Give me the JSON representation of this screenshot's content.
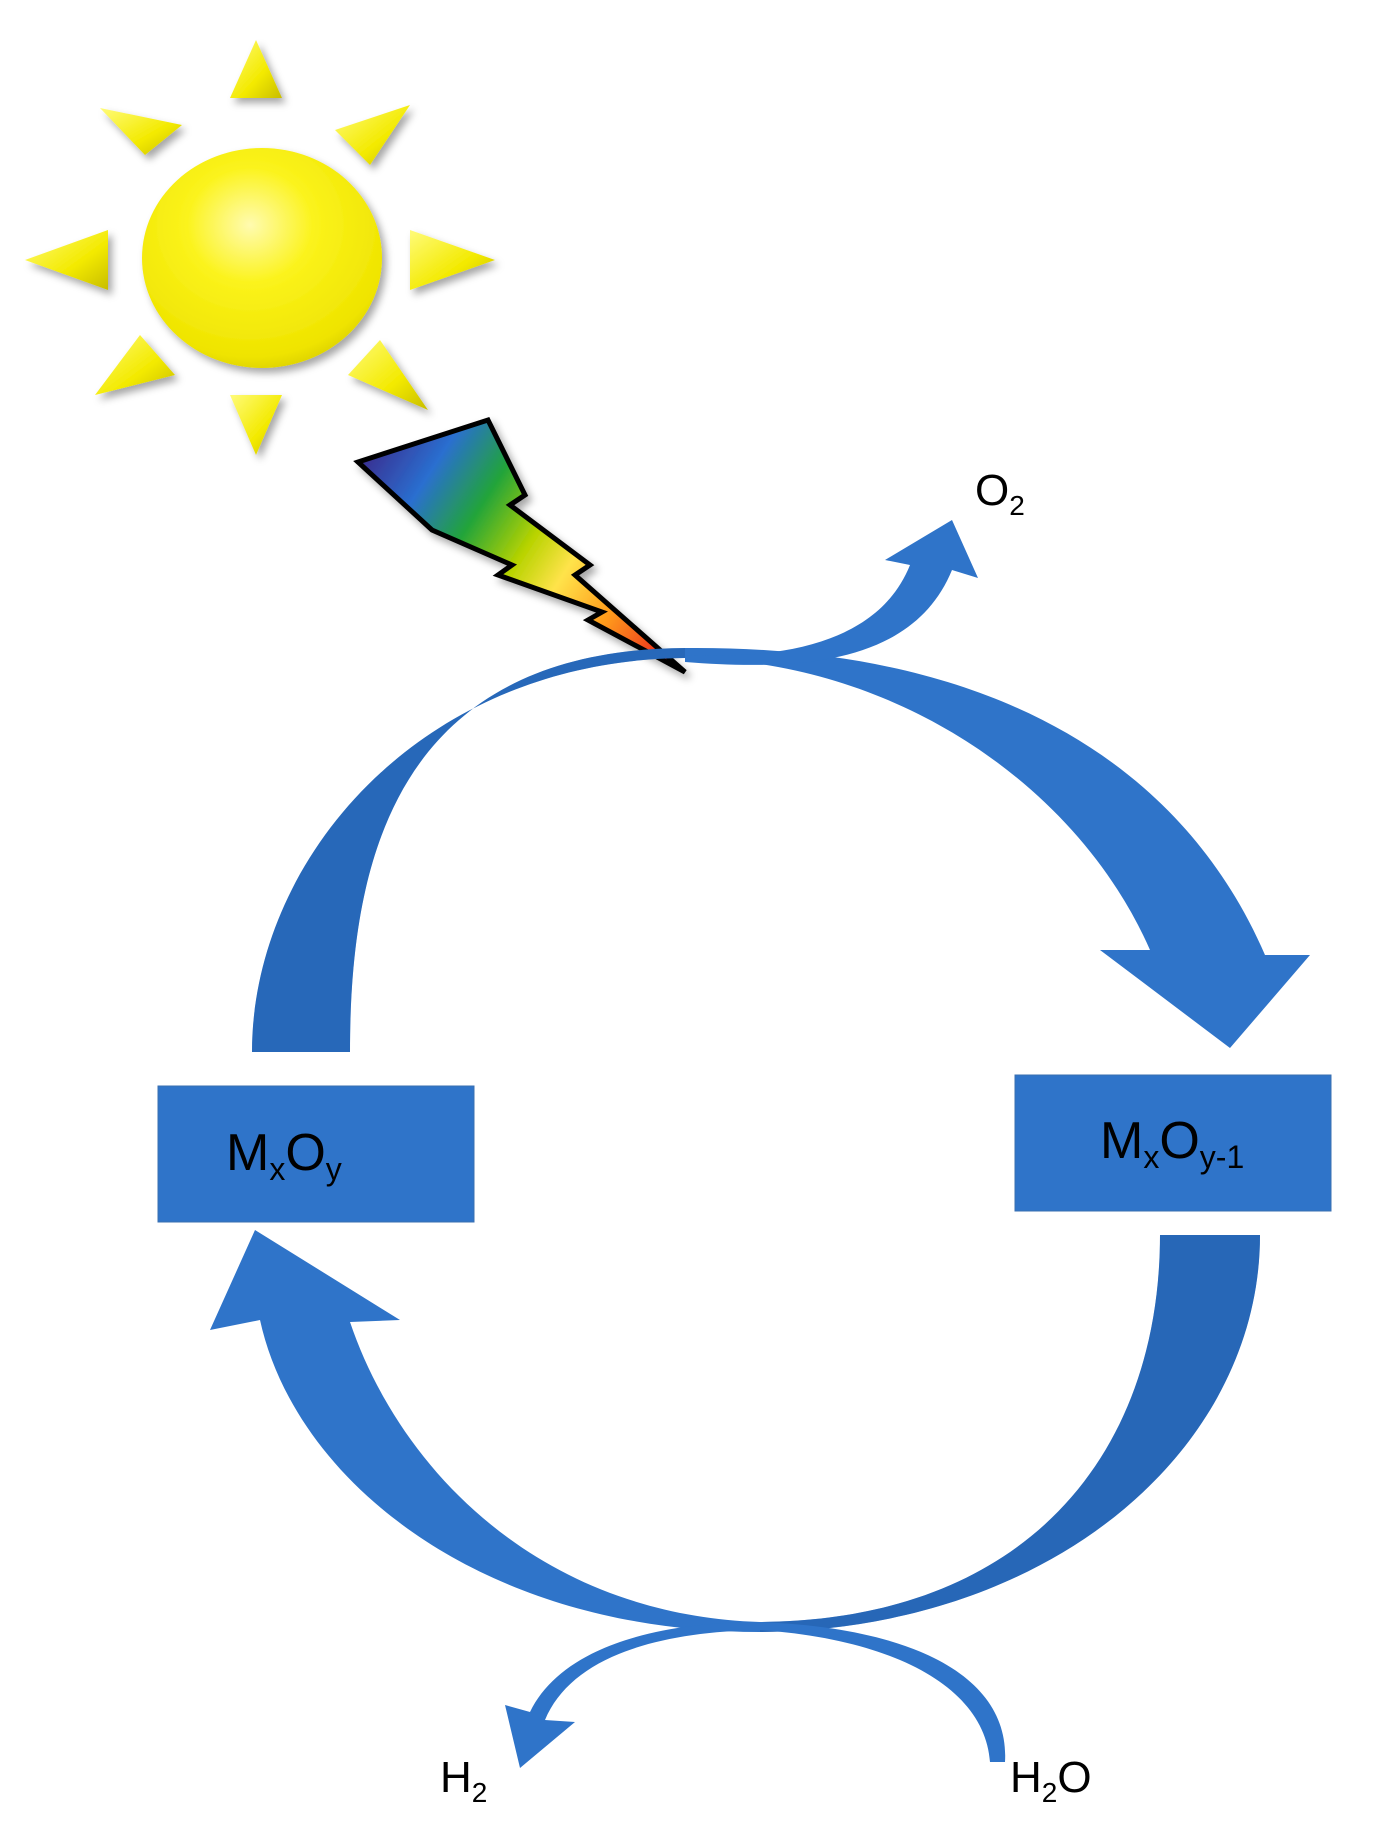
{
  "colors": {
    "arrow": "#2f74c9",
    "arrow_dark": "#1f5aa6",
    "box": "#2f74c9",
    "sun": "#f4ea00",
    "sun_ray": "#f7ef00",
    "text_on_box": "#000000",
    "text": "#000000"
  },
  "icons": {
    "sun": "sun-icon",
    "lightning": "lightning-bolt-icon"
  },
  "boxes": {
    "left": {
      "main": "M",
      "sub1": "x",
      "main2": "O",
      "sub2": "y"
    },
    "right": {
      "main": "M",
      "sub1": "x",
      "main2": "O",
      "sub2": "y-1"
    }
  },
  "labels": {
    "o2": {
      "main": "O",
      "sub": "2"
    },
    "h2": {
      "main": "H",
      "sub": "2"
    },
    "h2o": {
      "main": "H",
      "sub": "2",
      "tail": "O"
    }
  }
}
